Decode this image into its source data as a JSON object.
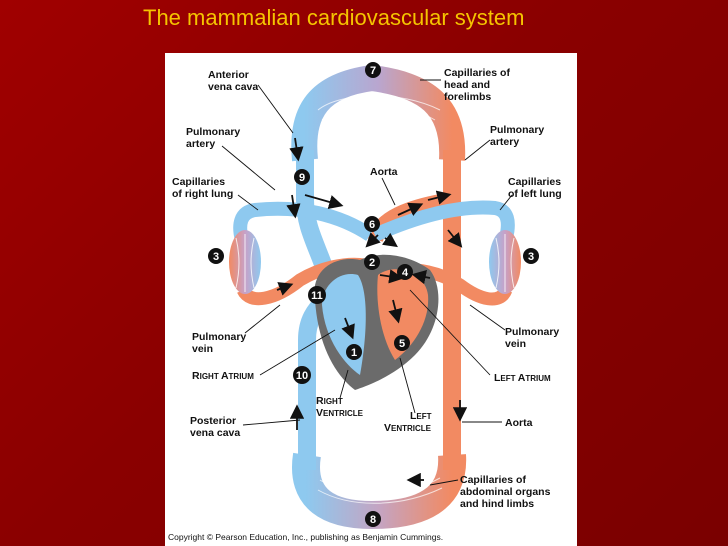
{
  "title": "The mammalian cardiovascular system",
  "labels": {
    "anterior_vena_cava": [
      "Anterior",
      "vena cava"
    ],
    "pulmonary_artery_left": [
      "Pulmonary",
      "artery"
    ],
    "capillaries_right_lung": [
      "Capillaries",
      "of right lung"
    ],
    "capillaries_head": [
      "Capillaries of",
      "head and",
      "forelimbs"
    ],
    "pulmonary_artery_right": [
      "Pulmonary",
      "artery"
    ],
    "aorta_top": "Aorta",
    "capillaries_left_lung": [
      "Capillaries",
      "of left lung"
    ],
    "pulmonary_vein_left": [
      "Pulmonary",
      "vein"
    ],
    "pulmonary_vein_right": [
      "Pulmonary",
      "vein"
    ],
    "right_atrium": [
      "R",
      "IGHT ",
      "A",
      "TRIUM"
    ],
    "left_atrium": [
      "L",
      "EFT ",
      "A",
      "TRIUM"
    ],
    "right_ventricle": [
      "R",
      "IGHT",
      "V",
      "ENTRICLE"
    ],
    "left_ventricle": [
      "L",
      "EFT",
      "V",
      "ENTRICLE"
    ],
    "posterior_vena_cava": [
      "Posterior",
      "vena cava"
    ],
    "aorta_bottom": "Aorta",
    "capillaries_abdominal": [
      "Capillaries of",
      "abdominal organs",
      "and hind limbs"
    ]
  },
  "numbers": [
    "7",
    "9",
    "6",
    "3",
    "2",
    "4",
    "3",
    "11",
    "5",
    "1",
    "10",
    "8"
  ],
  "copyright": "Copyright © Pearson Education, Inc., publishing as Benjamin Cummings.",
  "colors": {
    "oxygen_poor": "#8ec9ef",
    "oxygen_rich": "#f28a62",
    "heart_muscle": "#6b6b6b",
    "title": "#f5c400"
  }
}
